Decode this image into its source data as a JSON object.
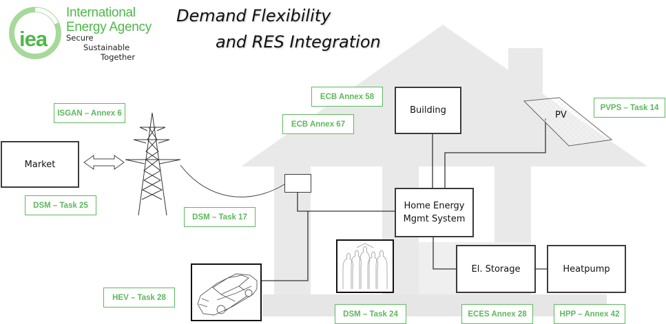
{
  "logo": {
    "acronym": "iea",
    "name_line1": "International",
    "name_line2": "Energy Agency",
    "tagline1": "Secure",
    "tagline2": "Sustainable",
    "tagline3": "Together",
    "color": "#4db848"
  },
  "title": {
    "line1": "Demand Flexibility",
    "line2": "and RES Integration"
  },
  "nodes": {
    "market": "Market",
    "building": "Building",
    "pv": "PV",
    "hems_line1": "Home Energy",
    "hems_line2": "Mgmt System",
    "storage": "El. Storage",
    "heatpump": "Heatpump",
    "meter": "",
    "car": "",
    "people": ""
  },
  "tags": {
    "isgan": "ISGAN – Annex 6",
    "dsm25": "DSM – Task 25",
    "dsm17": "DSM – Task 17",
    "hev": "HEV – Task 28",
    "ecb58": "ECB Annex 58",
    "ecb67": "ECB Annex 67",
    "pvps": "PVPS – Task 14",
    "dsm24": "DSM – Task 24",
    "eces": "ECES Annex 28",
    "hpp": "HPP – Annex 42"
  },
  "colors": {
    "tag_green": "#5cb85c",
    "house_gray": "#e6e6e6"
  }
}
